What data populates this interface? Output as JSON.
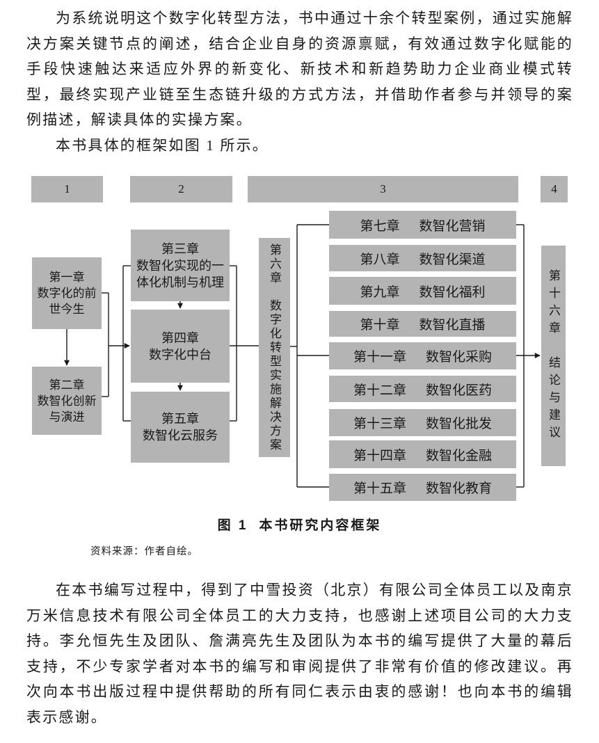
{
  "page": {
    "intro_paragraph": "为系统说明这个数字化转型方法，书中通过十余个转型案例，通过实施解决方案关键节点的阐述，结合企业自身的资源禀赋，有效通过数字化赋能的手段快速触达来适应外界的新变化、新技术和新趋势助力企业商业模式转型，最终实现产业链至生态链升级的方式方法，并借助作者参与并领导的案例描述，解读具体的实操方案。",
    "frame_sentence": "本书具体的框架如图 1 所示。",
    "acknowledgement_paragraph": "在本书编写过程中，得到了中雪投资（北京）有限公司全体员工以及南京万米信息技术有限公司全体员工的大力支持，也感谢上述项目公司的大力支持。李允恒先生及团队、詹满亮先生及团队为本书的编写提供了大量的幕后支持，不少专家学者对本书的编写和审阅提供了非常有价值的修改建议。再次向本书出版过程中提供帮助的所有同仁表示由衷的感谢！也向本书的编辑表示感谢。"
  },
  "figure": {
    "caption_label": "图 1",
    "caption_title": "本书研究内容框架",
    "source_note": "资料来源：作者自绘。"
  },
  "diagram": {
    "colors": {
      "box_fill": "#b4b4b4",
      "line": "#1a1a1a",
      "background": "#ffffff"
    },
    "section_headers": [
      "1",
      "2",
      "3",
      "4"
    ],
    "chapter1": "第一章\n数字化的前\n世今生",
    "chapter2": "第二章\n数智化创新\n与演进",
    "chapter3": "第三章\n数智化实现的一\n体化机制与机理",
    "chapter4": "第四章\n数字化中台",
    "chapter5": "第五章\n数智化云服务",
    "chapter6_vertical": "第六章　数字化转型实施解决方案",
    "chapter_rows": [
      {
        "chapter": "第七章",
        "title": "数智化营销"
      },
      {
        "chapter": "第八章",
        "title": "数智化渠道"
      },
      {
        "chapter": "第九章",
        "title": "数智化福利"
      },
      {
        "chapter": "第十章",
        "title": "数智化直播"
      },
      {
        "chapter": "第十一章",
        "title": "数智化采购"
      },
      {
        "chapter": "第十二章",
        "title": "数智化医药"
      },
      {
        "chapter": "第十三章",
        "title": "数智化批发"
      },
      {
        "chapter": "第十四章",
        "title": "数智化金融"
      },
      {
        "chapter": "第十五章",
        "title": "数智化教育"
      }
    ],
    "chapter16_vertical": "第十六章　结论与建议"
  }
}
